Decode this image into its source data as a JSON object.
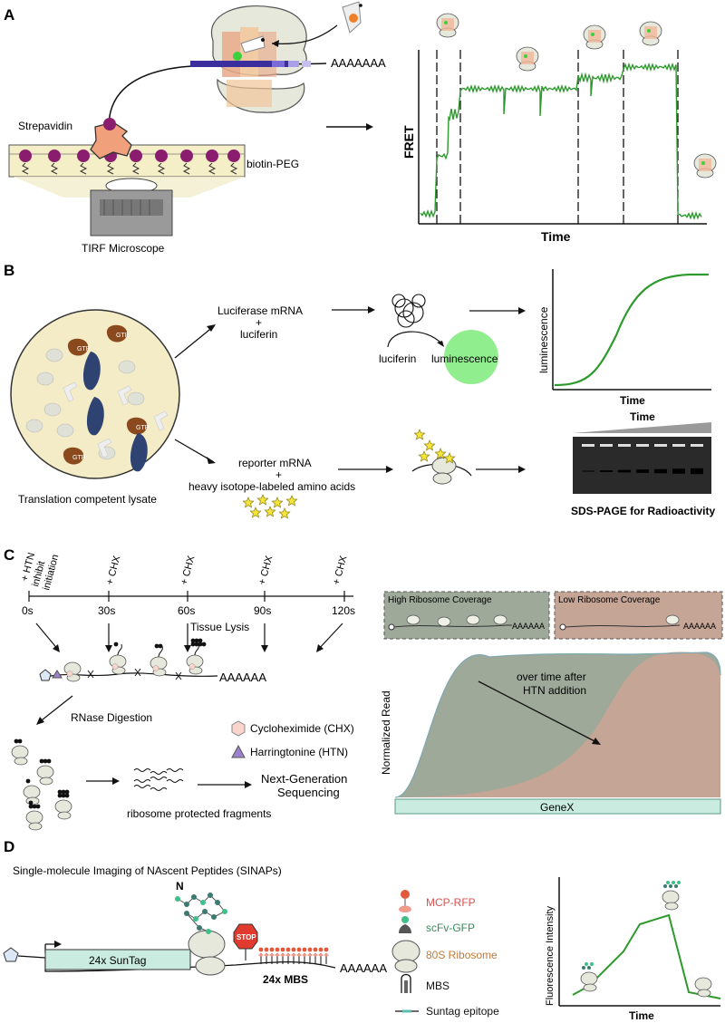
{
  "panel_a": {
    "letter": "A",
    "poly_a": "AAAAAAA",
    "streptavidin": "Strepavidin",
    "biotin_peg": "biotin-PEG",
    "microscope": "TIRF Microscope",
    "y_axis": "FRET",
    "x_axis": "Time"
  },
  "panel_b": {
    "letter": "B",
    "gtp": "GTP",
    "lysate_caption": "Translation competent lysate",
    "luciferase_line1": "Luciferase mRNA",
    "luciferase_plus": "+",
    "luciferase_line2": "luciferin",
    "luciferin": "luciferin",
    "luminescence_text": "luminescence",
    "lum_y_axis": "luminescence",
    "lum_x_axis": "Time",
    "reporter_line1": "reporter mRNA",
    "reporter_plus": "+",
    "reporter_line2": "heavy isotope-labeled amino acids",
    "gel_time": "Time",
    "gel_caption": "SDS-PAGE for Radioactivity"
  },
  "panel_c": {
    "letter": "C",
    "htn_line1": "+ HTN",
    "htn_line2": "inhibit",
    "htn_line3": "initiation",
    "chx": "+ CHX",
    "times": [
      "0s",
      "30s",
      "60s",
      "90s",
      "120s"
    ],
    "tissue_lysis": "Tissue Lysis",
    "poly_a": "AAAAAA",
    "rnase": "RNase Digestion",
    "chx_legend": "Cycloheximide (CHX)",
    "htn_legend": "Harringtonine (HTN)",
    "fragments": "ribosome protected fragments",
    "ngs_line1": "Next-Generation",
    "ngs_line2": "Sequencing",
    "high_cov": "High Ribosome Coverage",
    "low_cov": "Low Ribosome Coverage",
    "y_axis": "Normalized Read",
    "annot_line1": "over time after",
    "annot_line2": "HTN addition",
    "gene": "GeneX"
  },
  "panel_d": {
    "letter": "D",
    "title": "Single-molecule Imaging of NAscent Peptides (SINAPs)",
    "n_term": "N",
    "stop": "STOP",
    "suntag": "24x SunTag",
    "mbs_count": "24x MBS",
    "poly_a": "AAAAAA",
    "legend": [
      "MCP-RFP",
      "scFv-GFP",
      "80S Ribosome",
      "MBS",
      "Suntag epitope"
    ],
    "legend_colors": [
      "#d9534f",
      "#3a8a5c",
      "#c07a3a",
      "#111111",
      "#111111"
    ],
    "y_axis": "Fluorescence Intensity",
    "x_axis": "Time"
  },
  "colors": {
    "green_trace": "#2e9a2e",
    "ribosome_fill": "#e6e8dc",
    "gel_bg": "#2a2a2a",
    "c_green_area": "#9ea99a",
    "c_brown_area": "#c4a596",
    "gene_bar": "#c9ebe0"
  }
}
